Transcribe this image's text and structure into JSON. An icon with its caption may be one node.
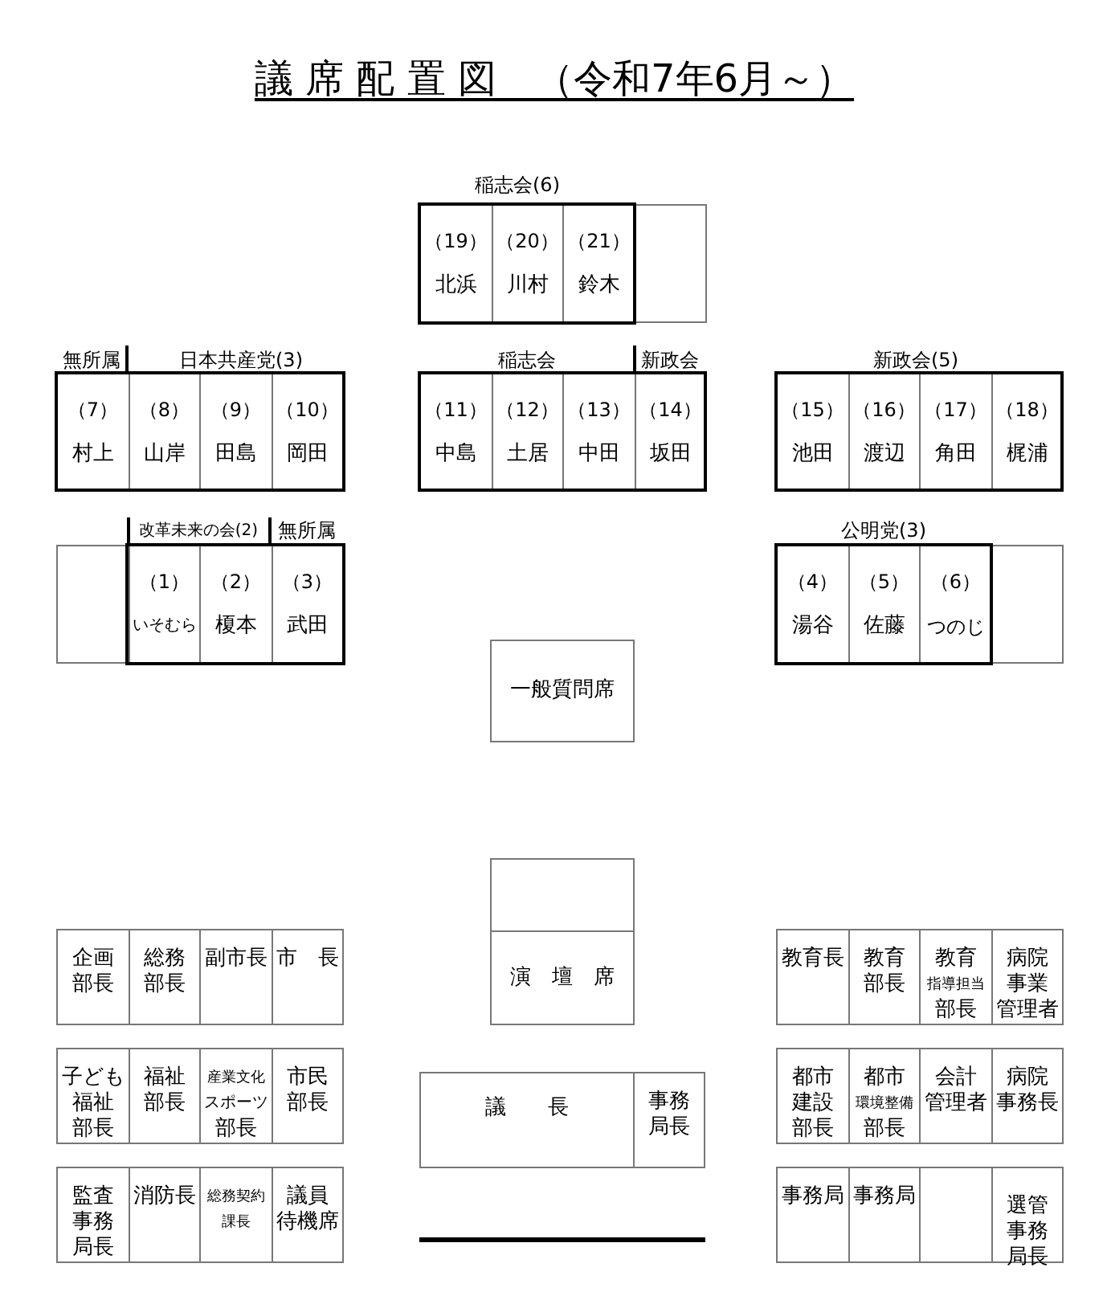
{
  "diagram": {
    "title": "議 席 配 置 図　（令和7年6月～）",
    "nodes": [
      {
        "text": [
          "（19）",
          "北浜"
        ]
      },
      {
        "text": [
          "（20）",
          "川村"
        ]
      },
      {
        "text": [
          "（21）",
          "鈴木"
        ]
      },
      {
        "text": [],
        "shape": "box"
      },
      {
        "text": [
          "（7）",
          "村上"
        ]
      },
      {
        "text": [
          "（8）",
          "山岸"
        ]
      },
      {
        "text": [
          "（9）",
          "田島"
        ]
      },
      {
        "text": [
          "（10）",
          "岡田"
        ]
      },
      {
        "text": [
          "（11）",
          "中島"
        ]
      },
      {
        "text": [
          "（12）",
          "土居"
        ]
      },
      {
        "text": [
          "（13）",
          "中田"
        ]
      },
      {
        "text": [
          "（14）",
          "坂田"
        ]
      },
      {
        "text": [
          "（15）",
          "池田"
        ]
      },
      {
        "text": [
          "（16）",
          "渡辺"
        ]
      },
      {
        "text": [
          "（17）",
          "角田"
        ]
      },
      {
        "text": [
          "（18）",
          "梶浦"
        ]
      },
      {
        "text": [],
        "shape": "box"
      },
      {
        "text": [
          "（1）",
          "いそむら"
        ]
      },
      {
        "text": [
          "（2）",
          "榎本"
        ]
      },
      {
        "text": [
          "（3）",
          "武田"
        ]
      },
      {
        "text": [
          "（4）",
          "湯谷"
        ]
      },
      {
        "text": [
          "（5）",
          "佐藤"
        ]
      },
      {
        "text": [
          "（6）",
          "つのじ"
        ]
      },
      {
        "text": [],
        "shape": "box"
      },
      {
        "text": [
          "一般質問席"
        ]
      },
      {
        "text": [],
        "shape": "box"
      },
      {
        "text": [
          "演　壇　席"
        ]
      },
      {
        "text": [
          "企画部長"
        ]
      },
      {
        "text": [
          "総務部長"
        ]
      },
      {
        "text": [
          "副市長"
        ]
      },
      {
        "text": [
          "市　長"
        ]
      },
      {
        "text": [
          "教育長"
        ]
      },
      {
        "text": [
          "教育部長"
        ]
      },
      {
        "text": [
          "教育指導担当部長"
        ]
      },
      {
        "text": [
          "病院事業管理者"
        ]
      },
      {
        "text": [
          "子ども福祉部長"
        ]
      },
      {
        "text": [
          "福祉部長"
        ]
      },
      {
        "text": [
          "産業文化スポーツ部長"
        ]
      },
      {
        "text": [
          "市民部長"
        ]
      },
      {
        "text": [
          "議　　長"
        ]
      },
      {
        "text": [
          "事務局長"
        ]
      },
      {
        "text": [
          "都市建設部長"
        ]
      },
      {
        "text": [
          "都市環境整備部長"
        ]
      },
      {
        "text": [
          "会計管理者"
        ]
      },
      {
        "text": [
          "病院事務長"
        ]
      },
      {
        "text": [
          "監査事務局長"
        ]
      },
      {
        "text": [
          "消防長"
        ]
      },
      {
        "text": [
          "総務契約課長"
        ]
      },
      {
        "text": [
          "議員待機席"
        ]
      },
      {
        "text": [
          "事務局"
        ]
      },
      {
        "text": [
          "事務局"
        ]
      },
      {
        "text": [],
        "shape": "box"
      },
      {
        "text": [
          "選管事務局長"
        ]
      }
    ],
    "labels": [
      "稲志会(6)",
      "無所属",
      "日本共産党(3)",
      "稲志会",
      "新政会",
      "新政会(5)",
      "改革未来の会(2)",
      "無所属",
      "公明党(3)"
    ]
  }
}
